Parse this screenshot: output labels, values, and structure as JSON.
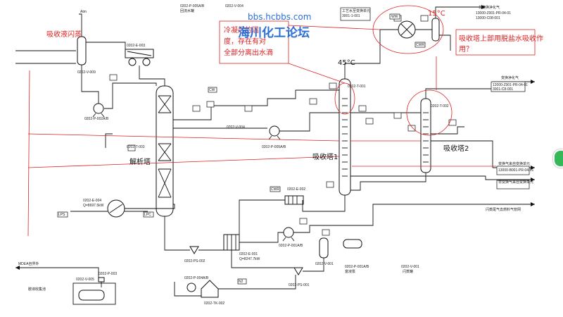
{
  "watermark": {
    "url": "bbs.hcbbs.com",
    "site": "海川化工论坛"
  },
  "annotations": {
    "flash": "吸收液闪蒸",
    "note_line1": "冷凝后的温",
    "note_line2": "度，存在有对",
    "note_line3": "全部分离出水滴",
    "temp_45": "45°C",
    "temp_15": "15°C",
    "question": [
      "吸收塔上部用脱盐水吸收作",
      "用？"
    ],
    "absorber1": "吸收塔1",
    "absorber2": "吸收塔2",
    "stripper": "解析塔"
  },
  "tags": {
    "v009": "0202-V-009",
    "p002": "0202-P-002A/B",
    "t003": "0202-T-003",
    "e004": "0202-E-004",
    "e004_q": "Q=8697.5kW",
    "p005": "0202-P-005A/B",
    "p005b": "0202-P-005A/B",
    "v004": "0202-V-004",
    "t001": "0202-T-001",
    "t002": "0202-T-002",
    "e002": "0202-E-002",
    "e001": "0202-E-001",
    "e001_q": "Q=8247.7kW",
    "p001": "0202-P-001A/B",
    "p001b": "0202-P-001A/B",
    "v001": "0202-V-001",
    "ps002": "0202-PS-002",
    "ps001": "0202-PS-001",
    "tk002": "0202-TK-002",
    "p004": "0202-P-004A/B",
    "p003": "0202-P-003",
    "v005": "0202-V-005",
    "e003": "0202-E-003"
  },
  "labels": {
    "atm": "Atm",
    "cw": "CW",
    "cwr": "CWR",
    "ww": "WW",
    "n2": "N2",
    "lps": "LPS",
    "lpc": "LPC",
    "mdea": "MDEA自界外",
    "drain_sump": "胺液收集池",
    "shift_gas": "变换净化气",
    "nonshift_gas": "非变换净化气",
    "proc_water": "工艺水至变换单元",
    "shift_in": "变换气来自变换单元",
    "nonshift_in": "非变换气来自变换单元",
    "flash_gas": "闪蒸尾气去燃料气管网",
    "rich_tank": "富液泵",
    "flash_tank": "闪蒸罐",
    "reflux": "回流水罐",
    "ref1": "13000-Z001-PR-04-01",
    "ref2": "13000-C08-001",
    "ref3": "3001-1-001",
    "ref4": "3001-C8-001",
    "ref5": "12000-Z001-PR-04-01",
    "ref6": "13000-B001-PR-04-01"
  }
}
